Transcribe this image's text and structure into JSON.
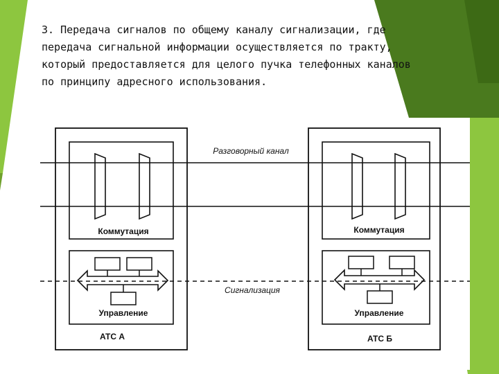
{
  "slide": {
    "paragraph_lines": [
      "3. Передача сигналов по общему каналу сигнализации, где",
      "передача сигнальной информации осуществляется по тракту,",
      "который предоставляется для целого пучка телефонных каналов",
      "по принципу адресного использования."
    ],
    "accent_colors": {
      "dark_green": "#4a7a1e",
      "light_green": "#8dc63f",
      "mid_green": "#6fa02c"
    }
  },
  "diagram": {
    "speech_channel_label": "Разговорный канал",
    "signaling_label": "Сигнализация",
    "station_a": {
      "switching_label": "Коммутация",
      "control_label": "Управление",
      "name": "АТС А"
    },
    "station_b": {
      "switching_label": "Коммутация",
      "control_label": "Управление",
      "name": "АТС Б"
    }
  }
}
